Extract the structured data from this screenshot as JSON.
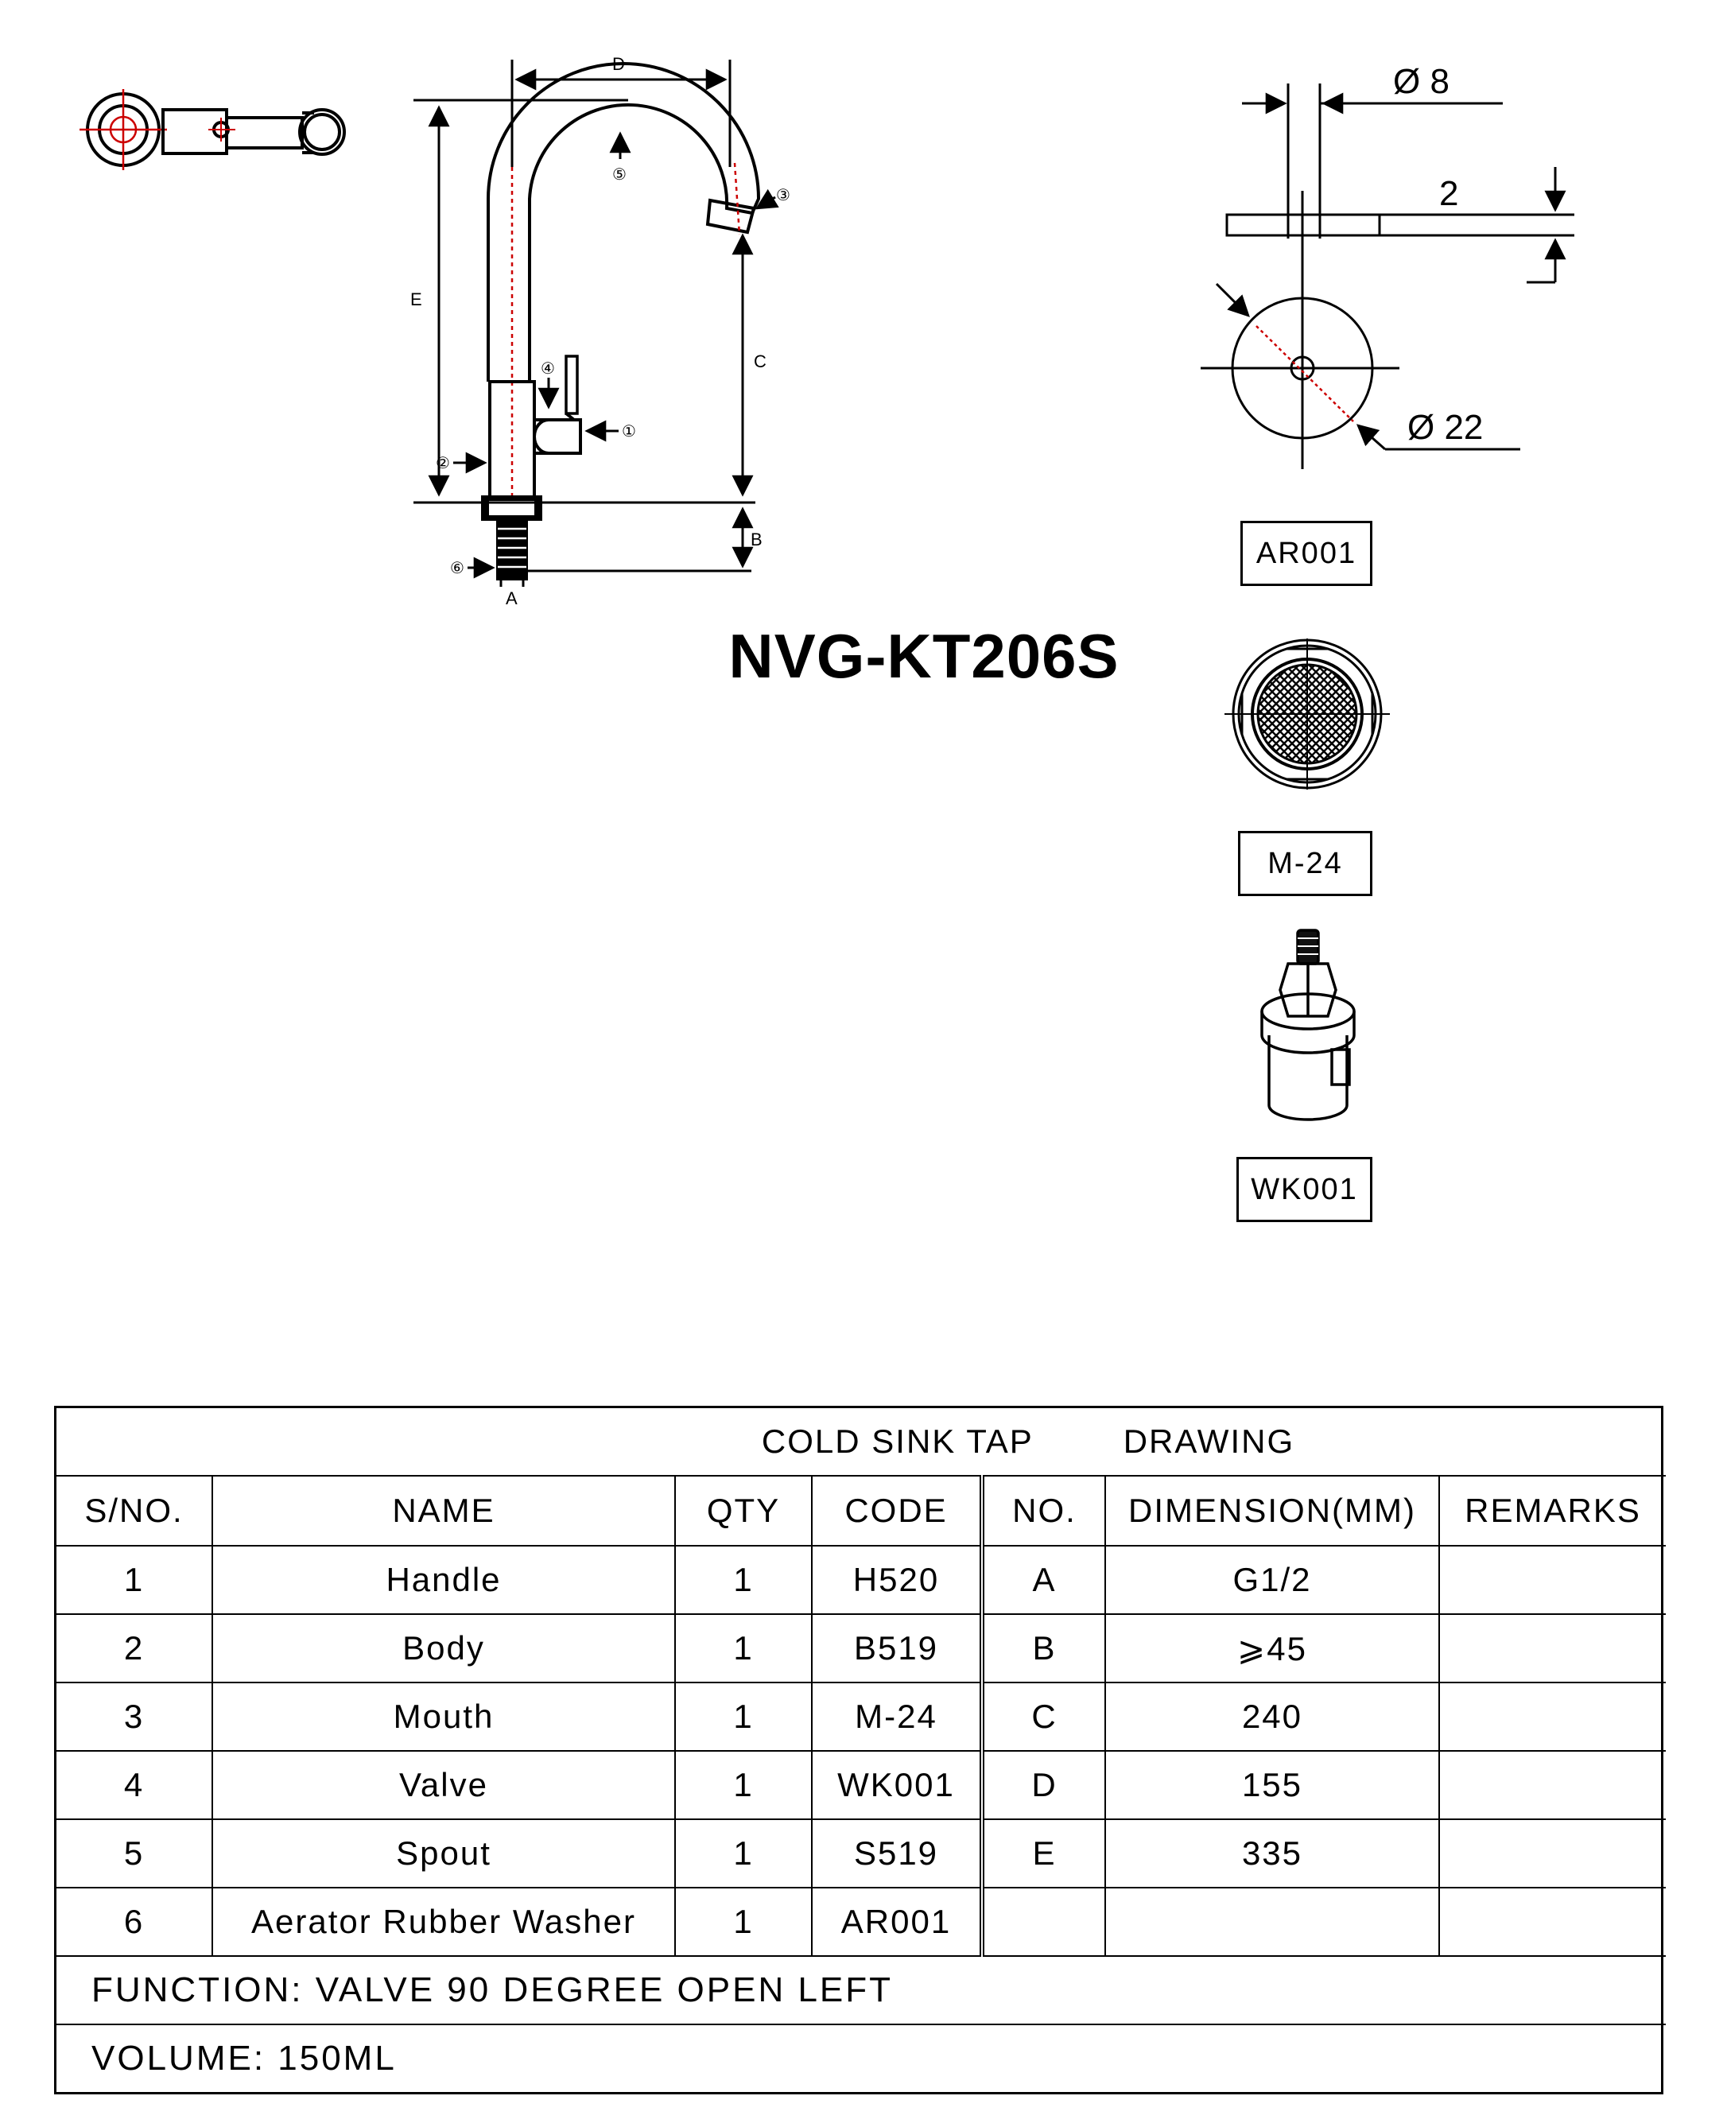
{
  "model": "NVG-KT206S",
  "drawing": {
    "dimension_letters": [
      "A",
      "B",
      "C",
      "D",
      "E"
    ],
    "part_markers": [
      "①",
      "②",
      "③",
      "④",
      "⑤",
      "⑥"
    ],
    "washer_dims": {
      "inner": "Ø 8",
      "thickness": "2",
      "outer": "Ø 22"
    }
  },
  "parts_labels": {
    "aerator_washer": "AR001",
    "mouth": "M-24",
    "valve": "WK001"
  },
  "table": {
    "caption_left": "COLD SINK TAP",
    "caption_right": "DRAWING",
    "headers": [
      "S/NO.",
      "NAME",
      "QTY",
      "CODE",
      "NO.",
      "DIMENSION(MM)",
      "REMARKS"
    ],
    "rows": [
      [
        "1",
        "Handle",
        "1",
        "H520",
        "A",
        "G1/2",
        ""
      ],
      [
        "2",
        "Body",
        "1",
        "B519",
        "B",
        "⩾45",
        ""
      ],
      [
        "3",
        "Mouth",
        "1",
        "M-24",
        "C",
        "240",
        ""
      ],
      [
        "4",
        "Valve",
        "1",
        "WK001",
        "D",
        "155",
        ""
      ],
      [
        "5",
        "Spout",
        "1",
        "S519",
        "E",
        "335",
        ""
      ],
      [
        "6",
        "Aerator Rubber Washer",
        "1",
        "AR001",
        "",
        "",
        ""
      ]
    ],
    "function": "FUNCTION: VALVE 90 DEGREE OPEN LEFT",
    "volume": "VOLUME: 150ML"
  }
}
